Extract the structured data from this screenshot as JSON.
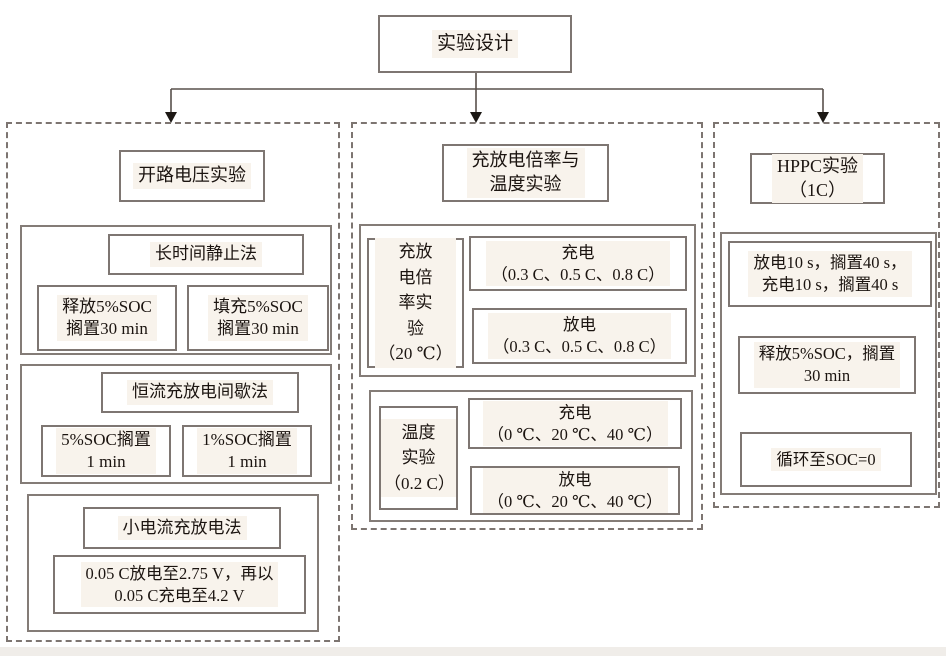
{
  "top": {
    "label": "实验设计"
  },
  "left": {
    "title": "开路电压实验",
    "rest_method": {
      "label": "长时间静止法",
      "discharge": [
        "释放5%SOC",
        "搁置30 min"
      ],
      "charge": [
        "填充5%SOC",
        "搁置30 min"
      ]
    },
    "intermittent_method": {
      "label": "恒流充放电间歇法",
      "soc5": [
        "5%SOC搁置",
        "1 min"
      ],
      "soc1": [
        "1%SOC搁置",
        "1 min"
      ]
    },
    "small_current_method": {
      "label": "小电流充放电法",
      "detail": [
        "0.05 C放电至2.75 V，再以",
        "0.05 C充电至4.2 V"
      ]
    }
  },
  "middle": {
    "title": [
      "充放电倍率与",
      "温度实验"
    ],
    "rate_group": {
      "label": [
        "充放",
        "电倍",
        "率实",
        "验",
        "（20 ℃）"
      ],
      "charge": [
        "充电",
        "（0.3 C、0.5 C、0.8 C）"
      ],
      "discharge": [
        "放电",
        "（0.3 C、0.5 C、0.8 C）"
      ]
    },
    "temp_group": {
      "label": [
        "温度",
        "实验",
        "（0.2 C）"
      ],
      "charge": [
        "充电",
        "（0 ℃、20 ℃、40 ℃）"
      ],
      "discharge": [
        "放电",
        "（0 ℃、20 ℃、40 ℃）"
      ]
    }
  },
  "right": {
    "title": [
      "HPPC实验",
      "（1C）"
    ],
    "step1": [
      "放电10 s，搁置40 s，",
      "充电10 s，搁置40 s"
    ],
    "step2": [
      "释放5%SOC，搁置",
      "30 min"
    ],
    "step3": "循环至SOC=0"
  },
  "colors": {
    "box_border": "#7e7672",
    "dashed_border": "#7d7571",
    "connector_line": "#58504b",
    "arrowhead": "#1c1814",
    "text": "#1b1410",
    "text_highlight": "#f8f3ec",
    "bottom_strip": "#f0ede9"
  }
}
